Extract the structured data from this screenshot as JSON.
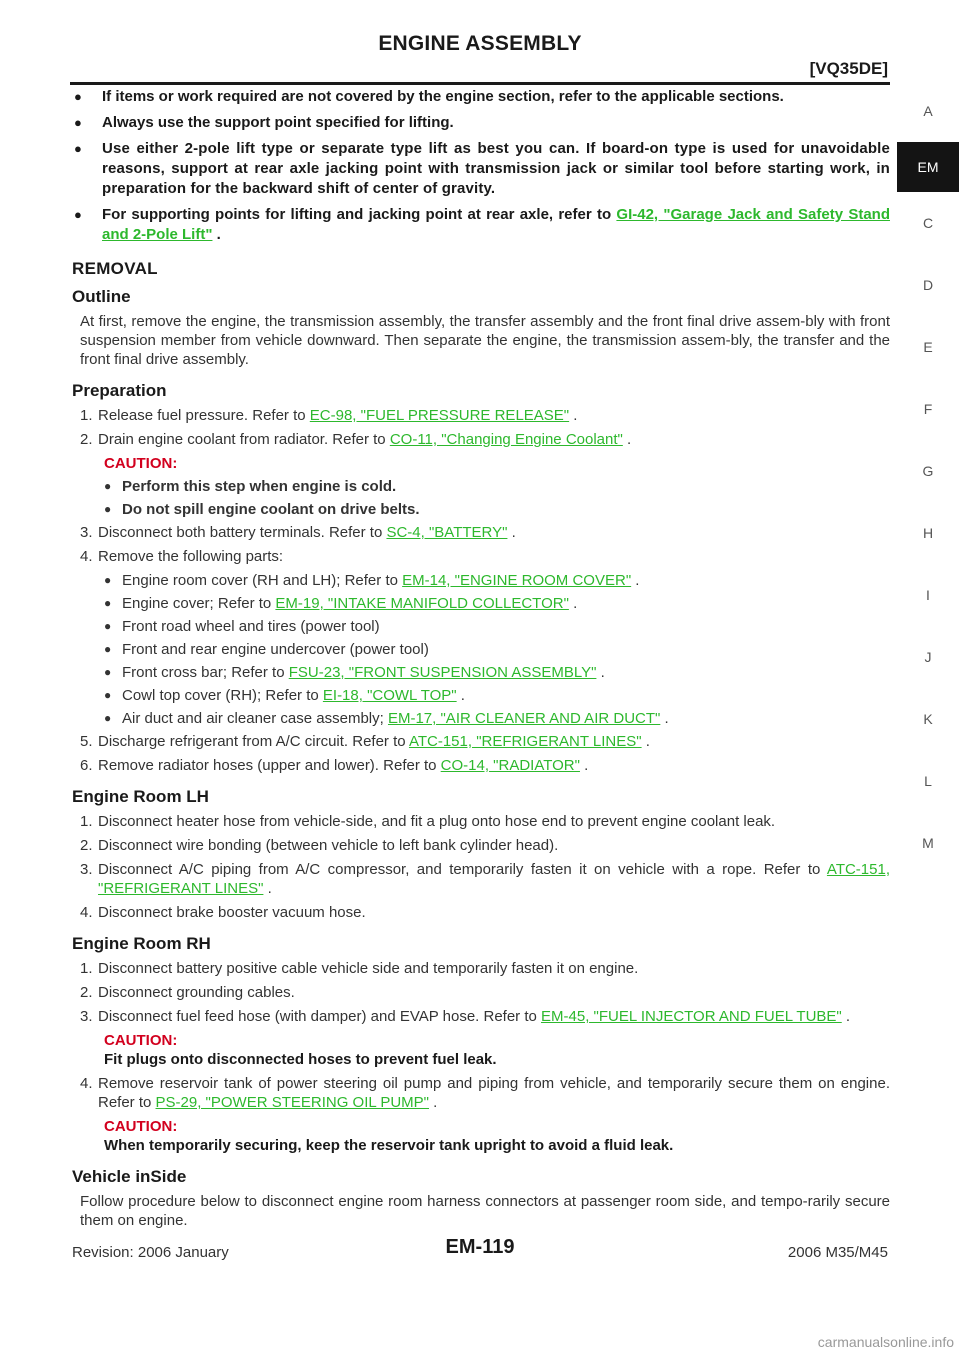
{
  "header": {
    "title": "ENGINE ASSEMBLY",
    "model_code": "[VQ35DE]"
  },
  "side_index": [
    "A",
    "EM",
    "C",
    "D",
    "E",
    "F",
    "G",
    "H",
    "I",
    "J",
    "K",
    "L",
    "M"
  ],
  "intro_bullets": [
    {
      "text": "If items or work required are not covered by the engine section, refer to the applicable sections."
    },
    {
      "text": "Always use the support point specified for lifting."
    },
    {
      "text": "Use either 2-pole lift type or separate type lift as best you can. If board-on type is used for unavoidable reasons, support at rear axle jacking point with transmission jack or similar tool before starting work, in preparation for the backward shift of center of gravity."
    },
    {
      "text": "For supporting points for lifting and jacking point at rear axle, refer to ",
      "link": "GI-42, \"Garage Jack and Safety Stand and 2-Pole Lift\"",
      "after": " ."
    }
  ],
  "removal": {
    "title": "REMOVAL",
    "outline": {
      "title": "Outline",
      "text": "At first, remove the engine, the transmission assembly, the transfer assembly and the front final drive assem-bly with front suspension member from vehicle downward. Then separate the engine, the transmission assem-bly, the transfer and the front final drive assembly."
    },
    "preparation": {
      "title": "Preparation",
      "step1": {
        "num": "1.",
        "text": "Release fuel pressure. Refer to ",
        "link": "EC-98, \"FUEL PRESSURE RELEASE\"",
        "after": " ."
      },
      "step2": {
        "num": "2.",
        "text": "Drain engine coolant from radiator. Refer to ",
        "link": "CO-11, \"Changing Engine Coolant\"",
        "after": " ."
      },
      "caution_label": "CAUTION:",
      "caution_items": [
        "Perform this step when engine is cold.",
        "Do not spill engine coolant on drive belts."
      ],
      "step3": {
        "num": "3.",
        "text": "Disconnect both battery terminals. Refer to ",
        "link": "SC-4, \"BATTERY\"",
        "after": " ."
      },
      "step4": {
        "num": "4.",
        "text": "Remove the following parts:"
      },
      "parts": [
        {
          "text": "Engine room cover (RH and LH); Refer to ",
          "link": "EM-14, \"ENGINE ROOM COVER\"",
          "after": " ."
        },
        {
          "text": "Engine cover; Refer to ",
          "link": "EM-19, \"INTAKE MANIFOLD COLLECTOR\"",
          "after": " ."
        },
        {
          "text": "Front road wheel and tires (power tool)"
        },
        {
          "text": "Front and rear engine undercover (power tool)"
        },
        {
          "text": "Front cross bar; Refer to ",
          "link": "FSU-23, \"FRONT SUSPENSION ASSEMBLY\"",
          "after": " ."
        },
        {
          "text": "Cowl top cover (RH); Refer to ",
          "link": "EI-18, \"COWL TOP\"",
          "after": " ."
        },
        {
          "text": "Air duct and air cleaner case assembly; ",
          "link": "EM-17, \"AIR CLEANER AND AIR DUCT\"",
          "after": " ."
        }
      ],
      "step5": {
        "num": "5.",
        "text": "Discharge refrigerant from A/C circuit. Refer to ",
        "link": "ATC-151, \"REFRIGERANT LINES\"",
        "after": " ."
      },
      "step6": {
        "num": "6.",
        "text": "Remove radiator hoses (upper and lower). Refer to ",
        "link": "CO-14, \"RADIATOR\"",
        "after": " ."
      }
    },
    "engine_room_lh": {
      "title": "Engine Room LH",
      "steps": [
        {
          "num": "1.",
          "text": "Disconnect heater hose from vehicle-side, and fit a plug onto hose end to prevent engine coolant leak."
        },
        {
          "num": "2.",
          "text": "Disconnect wire bonding (between vehicle to left bank cylinder head)."
        },
        {
          "num": "3.",
          "text": "Disconnect A/C piping from A/C compressor, and temporarily fasten it on vehicle with a rope. Refer to ",
          "link": "ATC-151, \"REFRIGERANT LINES\"",
          "after": " ."
        },
        {
          "num": "4.",
          "text": "Disconnect brake booster vacuum hose."
        }
      ]
    },
    "engine_room_rh": {
      "title": "Engine Room RH",
      "step1": {
        "num": "1.",
        "text": "Disconnect battery positive cable vehicle side and temporarily fasten it on engine."
      },
      "step2": {
        "num": "2.",
        "text": "Disconnect grounding cables."
      },
      "step3": {
        "num": "3.",
        "text": "Disconnect fuel feed hose (with damper) and EVAP hose. Refer to ",
        "link": "EM-45, \"FUEL INJECTOR AND FUEL TUBE\"",
        "after": " ."
      },
      "caution1_label": "CAUTION:",
      "caution1_text": "Fit plugs onto disconnected hoses to prevent fuel leak.",
      "step4": {
        "num": "4.",
        "text": "Remove reservoir tank of power steering oil pump and piping from vehicle, and temporarily secure them on engine. Refer to ",
        "link": "PS-29, \"POWER STEERING OIL PUMP\"",
        "after": " ."
      },
      "caution2_label": "CAUTION:",
      "caution2_text": "When temporarily securing, keep the reservoir tank upright to avoid a fluid leak."
    },
    "vehicle_inside": {
      "title": "Vehicle inSide",
      "text": "Follow procedure below to disconnect engine room harness connectors at passenger room side, and tempo-rarily secure them on engine."
    }
  },
  "footer": {
    "revision": "Revision: 2006 January",
    "page": "EM-119",
    "model": "2006 M35/M45"
  },
  "watermark": "carmanualsonline.info",
  "colors": {
    "link": "#2db82d",
    "caution": "#d2001e",
    "active_tab_bg": "#141414"
  }
}
